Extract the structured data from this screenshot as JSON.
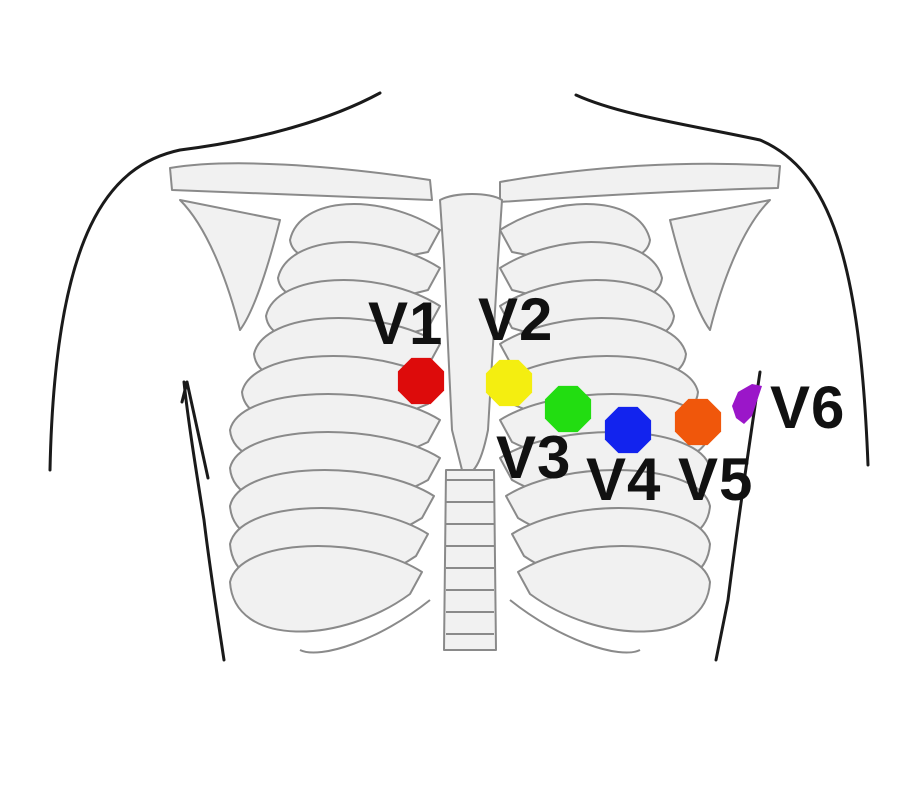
{
  "figure": {
    "description_visible": "",
    "colors": {
      "outline": "#1a1a1a",
      "bone_fill": "#f1f1f1",
      "bone_stroke": "#8a8a8a"
    },
    "leads": [
      {
        "label": "V1",
        "color": "#dd0b0b"
      },
      {
        "label": "V2",
        "color": "#f4ee10"
      },
      {
        "label": "V3",
        "color": "#22dd11"
      },
      {
        "label": "V4",
        "color": "#1223ee"
      },
      {
        "label": "V5",
        "color": "#f0570b"
      },
      {
        "label": "V6",
        "color": "#9b16c9"
      }
    ]
  }
}
